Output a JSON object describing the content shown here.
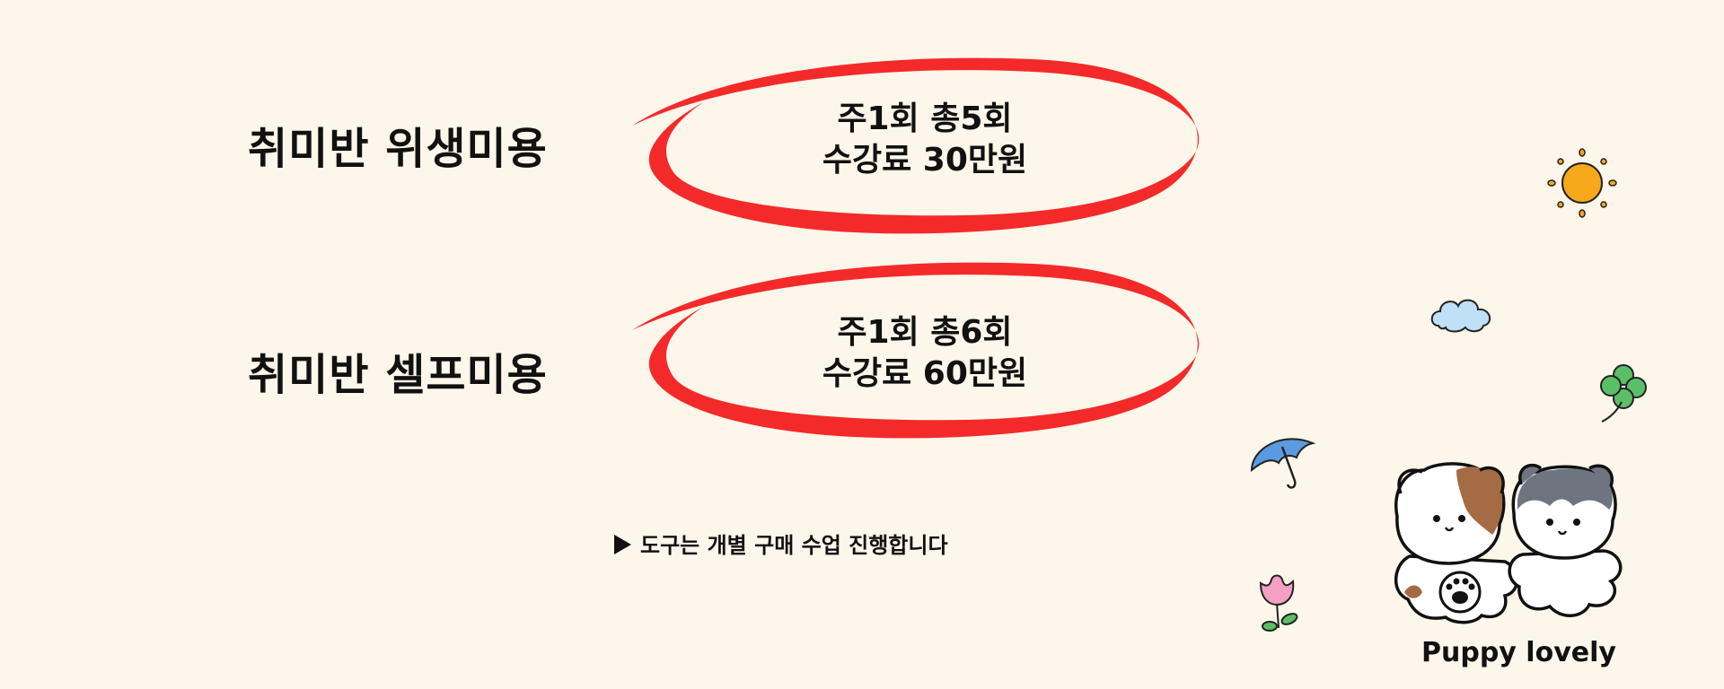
{
  "plans": [
    {
      "title": "취미반 위생미용",
      "schedule": "주1회 총5회",
      "fee": "수강료 30만원"
    },
    {
      "title": "취미반 셀프미용",
      "schedule": "주1회 총6회",
      "fee": "수강료 60만원"
    }
  ],
  "note": "도구는 개별 구매 수업 진행합니다",
  "brand": "Puppy lovely",
  "colors": {
    "background": "#fdf6ea",
    "accent": "#f42a2a",
    "text": "#111111"
  },
  "icons": [
    "sun-icon",
    "cloud-icon",
    "clover-icon",
    "umbrella-icon",
    "tulip-icon",
    "puppy-illustration"
  ]
}
